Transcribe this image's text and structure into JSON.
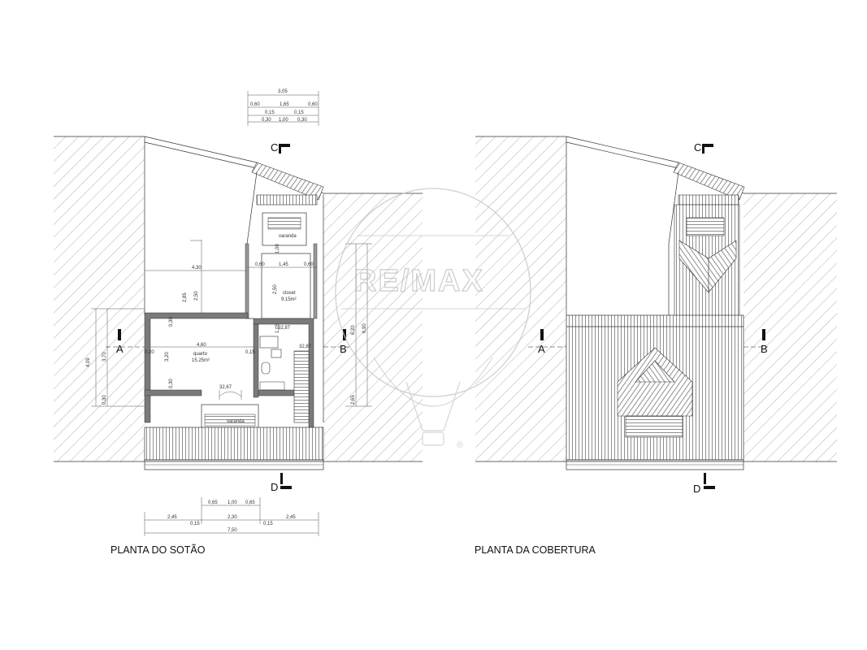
{
  "captions": {
    "left": "PLANTA DO SOTÃO",
    "right": "PLANTA DA COBERTURA"
  },
  "watermark": {
    "brand": "RE/MAX",
    "registered": "®"
  },
  "section_marks": {
    "a": "A",
    "b": "B",
    "c": "C",
    "d": "D"
  },
  "rooms": {
    "varanda_top": "varanda",
    "varanda_bottom": "varanda",
    "closet_name": "closet",
    "closet_area": "9.15m²",
    "quarto_name": "quarto",
    "quarto_area": "15.25m²"
  },
  "top_dims": {
    "total": "3,05",
    "a": "0,60",
    "b": "1,65",
    "c": "0,60",
    "d": "0,15",
    "e": "0,15",
    "f": "0,30",
    "g": "1,00",
    "h": "0,30"
  },
  "bottom_dims": {
    "a": "0,65",
    "b": "1,00",
    "c": "0,65",
    "left": "2,45",
    "mid": "2,30",
    "right": "2,45",
    "d": "0,15",
    "e": "0,15",
    "total": "7,50"
  },
  "plan_dims": {
    "d_430": "4,30",
    "d_250": "2,50",
    "d_460": "4,60",
    "d_060a": "0,60",
    "d_145": "1,45",
    "d_060b": "0,60",
    "d_250v": "2,50",
    "d_105": "1,05",
    "d_320": "3,20",
    "d_015": "0,15",
    "d_409": "4,09",
    "d_370": "3,70",
    "d_030a": "0,30",
    "d_030b": "0,30",
    "d_620": "6,20",
    "d_690": "6,90",
    "d_030c": "0,30",
    "d_265": "2,65",
    "d_lvl1": "32,87",
    "d_lvl2": "32,67",
    "d_lvl3": "32,87",
    "d_020": "0,20",
    "d_100": "1,00",
    "d_285": "2,85"
  }
}
